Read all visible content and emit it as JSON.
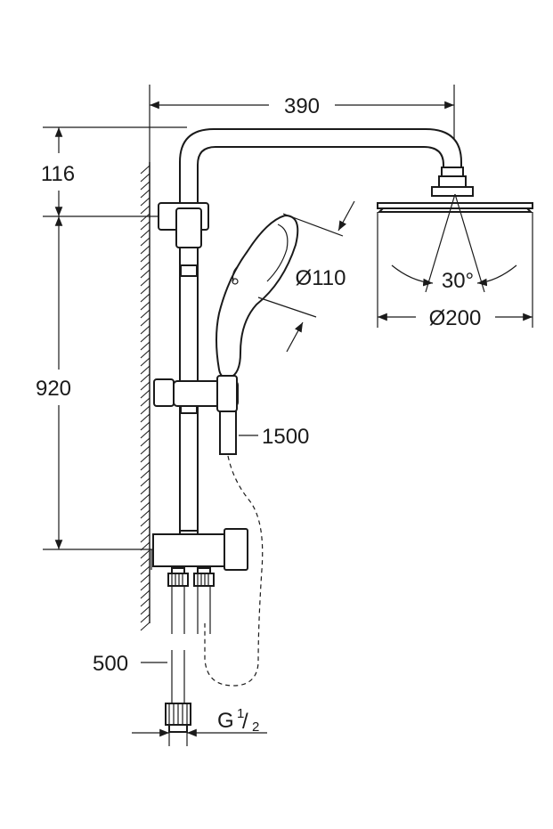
{
  "dimensions": {
    "width_total": "390",
    "height_top": "116",
    "height_rail": "920",
    "handshower_diameter": "Ø110",
    "spray_angle": "30°",
    "headshower_diameter": "Ø200",
    "hose_long": "1500",
    "hose_short": "500",
    "thread_main": "G",
    "thread_num": "1",
    "thread_den": "2"
  }
}
